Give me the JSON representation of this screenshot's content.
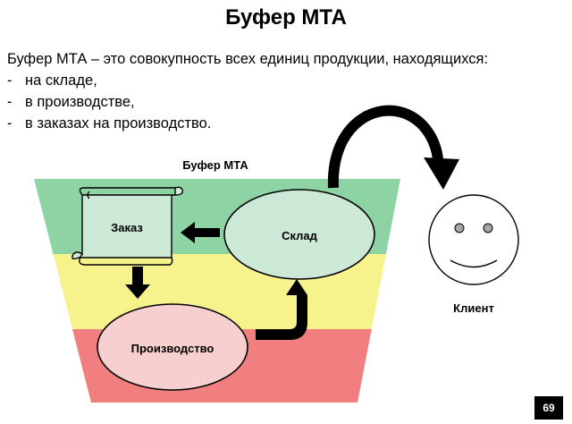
{
  "slide": {
    "title": "Буфер МТА",
    "intro": "Буфер МТА – это совокупность всех единиц продукции, находящихся:",
    "bullets": [
      {
        "dash": "-",
        "text": "на складе,"
      },
      {
        "dash": "-",
        "text": "в производстве,"
      },
      {
        "dash": "-",
        "text": "в заказах на производство."
      }
    ],
    "page_number": "69"
  },
  "diagram": {
    "funnel_label": "Буфер МТА",
    "zones": {
      "green": "#8dd3a3",
      "yellow": "#f6f38c",
      "red": "#f27f7f"
    },
    "nodes": {
      "order": "Заказ",
      "warehouse": "Склад",
      "production": "Производство",
      "client": "Клиент"
    },
    "node_colors": {
      "scroll_fill": "#cce9d8",
      "warehouse_fill": "#cce9d8",
      "production_fill": "#f7cfcf",
      "client_fill": "#ffffff",
      "arrow": "#000000"
    }
  }
}
